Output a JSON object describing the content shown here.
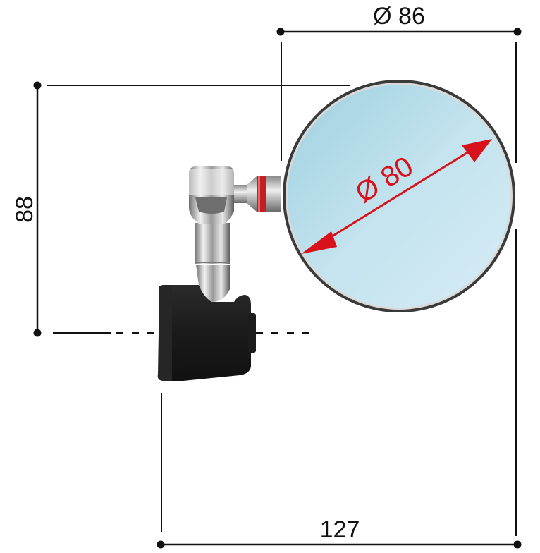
{
  "diagram": {
    "subject": "Round bar-end motorcycle mirror, technical dimensions",
    "units": "mm",
    "dimensions": {
      "outer_diameter": {
        "label": "Ø 86",
        "value": 86
      },
      "glass_diameter": {
        "label": "Ø 80",
        "value": 80
      },
      "height": {
        "label": "88",
        "value": 88
      },
      "total_width": {
        "label": "127",
        "value": 127
      }
    },
    "colors": {
      "dimension_line": "#111111",
      "glass_dimension": "#d8121a",
      "mirror_glass": "#bfe1ec",
      "mirror_rim": "#3a3a3a",
      "bar_end_body": "#1c1c1c",
      "chrome": "#c8c8c8",
      "red_ring": "#c41e22"
    }
  }
}
